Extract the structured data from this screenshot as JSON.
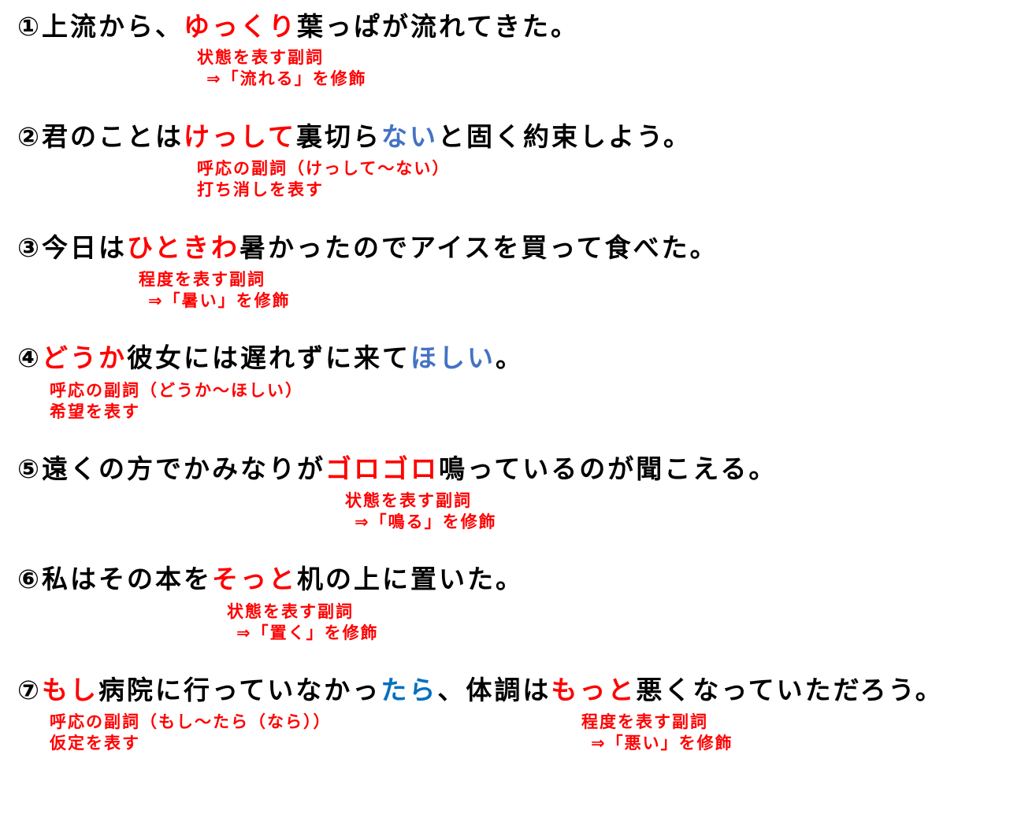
{
  "colors": {
    "black": "#000000",
    "red": "#ff0000",
    "blue": "#4472c4",
    "blue2": "#0070c0"
  },
  "sentences": [
    {
      "segments": [
        {
          "text": "①上流から、",
          "color": "#000000"
        },
        {
          "text": "ゆっくり",
          "color": "#ff0000"
        },
        {
          "text": "葉っぱが流れてきた。",
          "color": "#000000"
        }
      ],
      "notes": [
        {
          "line1": "状態を表す副詞",
          "line2": "⇒「流れる」を修飾"
        }
      ]
    },
    {
      "segments": [
        {
          "text": "②君のことは",
          "color": "#000000"
        },
        {
          "text": "けっして",
          "color": "#ff0000"
        },
        {
          "text": "裏切ら",
          "color": "#000000"
        },
        {
          "text": "ない",
          "color": "#4472c4"
        },
        {
          "text": "と固く約束しよう。",
          "color": "#000000"
        }
      ],
      "notes": [
        {
          "line1": "呼応の副詞（けっして～ない）",
          "line2": "打ち消しを表す"
        }
      ]
    },
    {
      "segments": [
        {
          "text": "③今日は",
          "color": "#000000"
        },
        {
          "text": "ひときわ",
          "color": "#ff0000"
        },
        {
          "text": "暑かったのでアイスを買って食べた。",
          "color": "#000000"
        }
      ],
      "notes": [
        {
          "line1": "程度を表す副詞",
          "line2": "⇒「暑い」を修飾"
        }
      ]
    },
    {
      "segments": [
        {
          "text": "④",
          "color": "#000000"
        },
        {
          "text": "どうか",
          "color": "#ff0000"
        },
        {
          "text": "彼女には遅れずに来て",
          "color": "#000000"
        },
        {
          "text": "ほしい",
          "color": "#4472c4"
        },
        {
          "text": "。",
          "color": "#000000"
        }
      ],
      "notes": [
        {
          "line1": "呼応の副詞（どうか～ほしい）",
          "line2": "希望を表す"
        }
      ]
    },
    {
      "segments": [
        {
          "text": "⑤遠くの方でかみなりが",
          "color": "#000000"
        },
        {
          "text": "ゴロゴロ",
          "color": "#ff0000"
        },
        {
          "text": "鳴っているのが聞こえる。",
          "color": "#000000"
        }
      ],
      "notes": [
        {
          "line1": "状態を表す副詞",
          "line2": "⇒「鳴る」を修飾"
        }
      ]
    },
    {
      "segments": [
        {
          "text": "⑥私はその本を",
          "color": "#000000"
        },
        {
          "text": "そっと",
          "color": "#ff0000"
        },
        {
          "text": "机の上に置いた。",
          "color": "#000000"
        }
      ],
      "notes": [
        {
          "line1": "状態を表す副詞",
          "line2": "⇒「置く」を修飾"
        }
      ]
    },
    {
      "segments": [
        {
          "text": "⑦",
          "color": "#000000"
        },
        {
          "text": "もし",
          "color": "#ff0000"
        },
        {
          "text": "病院に行っていなかっ",
          "color": "#000000"
        },
        {
          "text": "たら",
          "color": "#0070c0"
        },
        {
          "text": "、体調は",
          "color": "#000000"
        },
        {
          "text": "もっと",
          "color": "#ff0000"
        },
        {
          "text": "悪くなっていただろう。",
          "color": "#000000"
        }
      ],
      "notes": [
        {
          "line1": "呼応の副詞（もし～たら（なら））",
          "line2": "仮定を表す"
        },
        {
          "line1": "程度を表す副詞",
          "line2": "⇒「悪い」を修飾"
        }
      ]
    }
  ]
}
